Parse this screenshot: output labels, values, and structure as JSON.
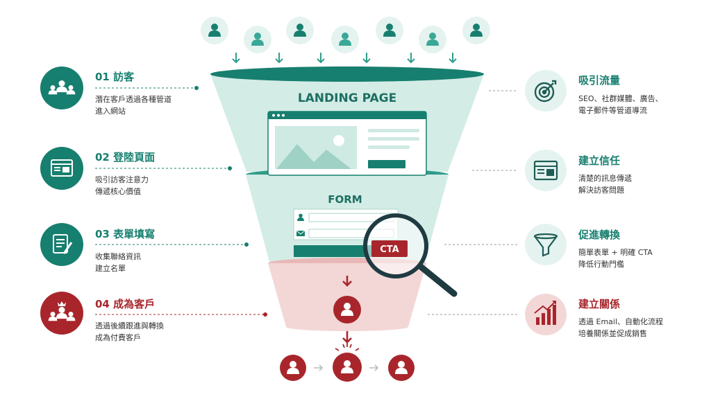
{
  "colors": {
    "teal": "#177f6f",
    "teal_light": "#cfe9e3",
    "teal_pale": "#e4f3ef",
    "red": "#a8262b",
    "red_pale": "#f3d7d7",
    "grey_text": "#333333"
  },
  "funnel": {
    "landing_title": "LANDING PAGE",
    "form_title": "FORM",
    "cta_label": "CTA"
  },
  "left_steps": [
    {
      "title": "01 訪客",
      "lines": [
        "潛在客戶透過各種管道",
        "進入網站"
      ],
      "icon": "visitors-icon",
      "tone": "teal"
    },
    {
      "title": "02 登陸頁面",
      "lines": [
        "吸引訪客注意力",
        "傳遞核心價值"
      ],
      "icon": "landing-page-icon",
      "tone": "teal"
    },
    {
      "title": "03 表單填寫",
      "lines": [
        "收集聯絡資訊",
        "建立名單"
      ],
      "icon": "form-icon",
      "tone": "teal"
    },
    {
      "title": "04 成為客戶",
      "lines": [
        "透過後續跟進與轉換",
        "成為付費客戶"
      ],
      "icon": "customers-icon",
      "tone": "red"
    }
  ],
  "right_steps": [
    {
      "title": "吸引流量",
      "lines": [
        "SEO、社群媒體、廣告、",
        "電子郵件等管道導流"
      ],
      "icon": "target-icon",
      "tone": "teal"
    },
    {
      "title": "建立信任",
      "lines": [
        "清楚的訊息傳遞",
        "解決訪客問題"
      ],
      "icon": "browser-icon",
      "tone": "teal"
    },
    {
      "title": "促進轉換",
      "lines": [
        "簡單表單 + 明確 CTA",
        "降低行動門檻"
      ],
      "icon": "filter-icon",
      "tone": "teal"
    },
    {
      "title": "建立關係",
      "lines": [
        "透過 Email、自動化流程",
        "培養關係並促成銷售"
      ],
      "icon": "growth-chart-icon",
      "tone": "red"
    }
  ]
}
